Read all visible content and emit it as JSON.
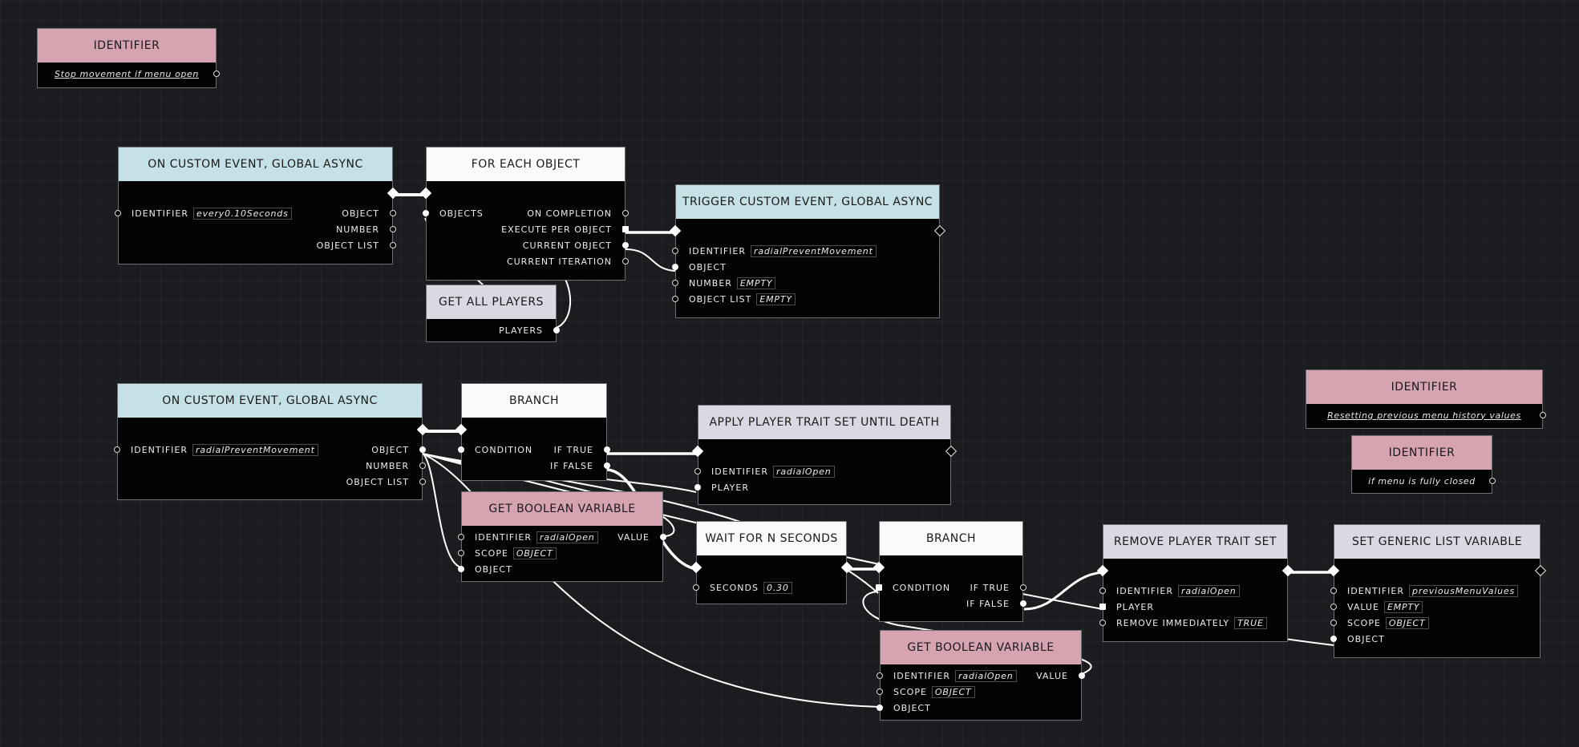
{
  "nodes": {
    "comment_stop": {
      "title": "IDENTIFIER",
      "text": "Stop movement if menu open"
    },
    "event_every": {
      "title": "ON CUSTOM EVENT, GLOBAL ASYNC",
      "identifier_label": "IDENTIFIER",
      "identifier_value": "every0.10Seconds",
      "out_object": "OBJECT",
      "out_number": "NUMBER",
      "out_object_list": "OBJECT LIST"
    },
    "for_each": {
      "title": "FOR EACH OBJECT",
      "in_objects": "OBJECTS",
      "out_on_completion": "ON COMPLETION",
      "out_execute": "EXECUTE PER OBJECT",
      "out_current_object": "CURRENT OBJECT",
      "out_current_iteration": "CURRENT ITERATION"
    },
    "get_all_players": {
      "title": "GET ALL PLAYERS",
      "out_players": "PLAYERS"
    },
    "trigger_event": {
      "title": "TRIGGER CUSTOM EVENT, GLOBAL ASYNC",
      "identifier_label": "IDENTIFIER",
      "identifier_value": "radialPreventMovement",
      "object_label": "OBJECT",
      "number_label": "NUMBER",
      "number_value": "EMPTY",
      "object_list_label": "OBJECT LIST",
      "object_list_value": "EMPTY"
    },
    "event_prevent": {
      "title": "ON CUSTOM EVENT, GLOBAL ASYNC",
      "identifier_label": "IDENTIFIER",
      "identifier_value": "radialPreventMovement",
      "out_object": "OBJECT",
      "out_number": "NUMBER",
      "out_object_list": "OBJECT LIST"
    },
    "branch_1": {
      "title": "BRANCH",
      "condition": "CONDITION",
      "if_true": "IF TRUE",
      "if_false": "IF FALSE"
    },
    "get_bool_1": {
      "title": "GET BOOLEAN VARIABLE",
      "identifier_label": "IDENTIFIER",
      "identifier_value": "radialOpen",
      "value_label": "VALUE",
      "scope_label": "SCOPE",
      "scope_value": "OBJECT",
      "object_label": "OBJECT"
    },
    "apply_trait": {
      "title": "APPLY PLAYER TRAIT SET UNTIL DEATH",
      "identifier_label": "IDENTIFIER",
      "identifier_value": "radialOpen",
      "player_label": "PLAYER"
    },
    "wait": {
      "title": "WAIT FOR N SECONDS",
      "seconds_label": "SECONDS",
      "seconds_value": "0.30"
    },
    "branch_2": {
      "title": "BRANCH",
      "condition": "CONDITION",
      "if_true": "IF TRUE",
      "if_false": "IF FALSE"
    },
    "get_bool_2": {
      "title": "GET BOOLEAN VARIABLE",
      "identifier_label": "IDENTIFIER",
      "identifier_value": "radialOpen",
      "value_label": "VALUE",
      "scope_label": "SCOPE",
      "scope_value": "OBJECT",
      "object_label": "OBJECT"
    },
    "remove_trait": {
      "title": "REMOVE PLAYER TRAIT SET",
      "identifier_label": "IDENTIFIER",
      "identifier_value": "radialOpen",
      "player_label": "PLAYER",
      "remove_label": "REMOVE IMMEDIATELY",
      "remove_value": "TRUE"
    },
    "set_list": {
      "title": "SET GENERIC LIST VARIABLE",
      "identifier_label": "IDENTIFIER",
      "identifier_value": "previousMenuValues",
      "value_label": "VALUE",
      "value_value": "EMPTY",
      "scope_label": "SCOPE",
      "scope_value": "OBJECT",
      "object_label": "OBJECT"
    },
    "comment_reset": {
      "title": "IDENTIFIER",
      "text": "Resetting previous menu history values"
    },
    "comment_closed": {
      "title": "IDENTIFIER",
      "text": "if menu is fully closed"
    }
  },
  "colors": {
    "canvas": "#1b1c1f",
    "event_header": "#c5e1e5",
    "flow_header": "#fafafa",
    "action_header": "#d8d9e3",
    "variable_header": "#d6a3b0",
    "wire": "#ffffff"
  }
}
